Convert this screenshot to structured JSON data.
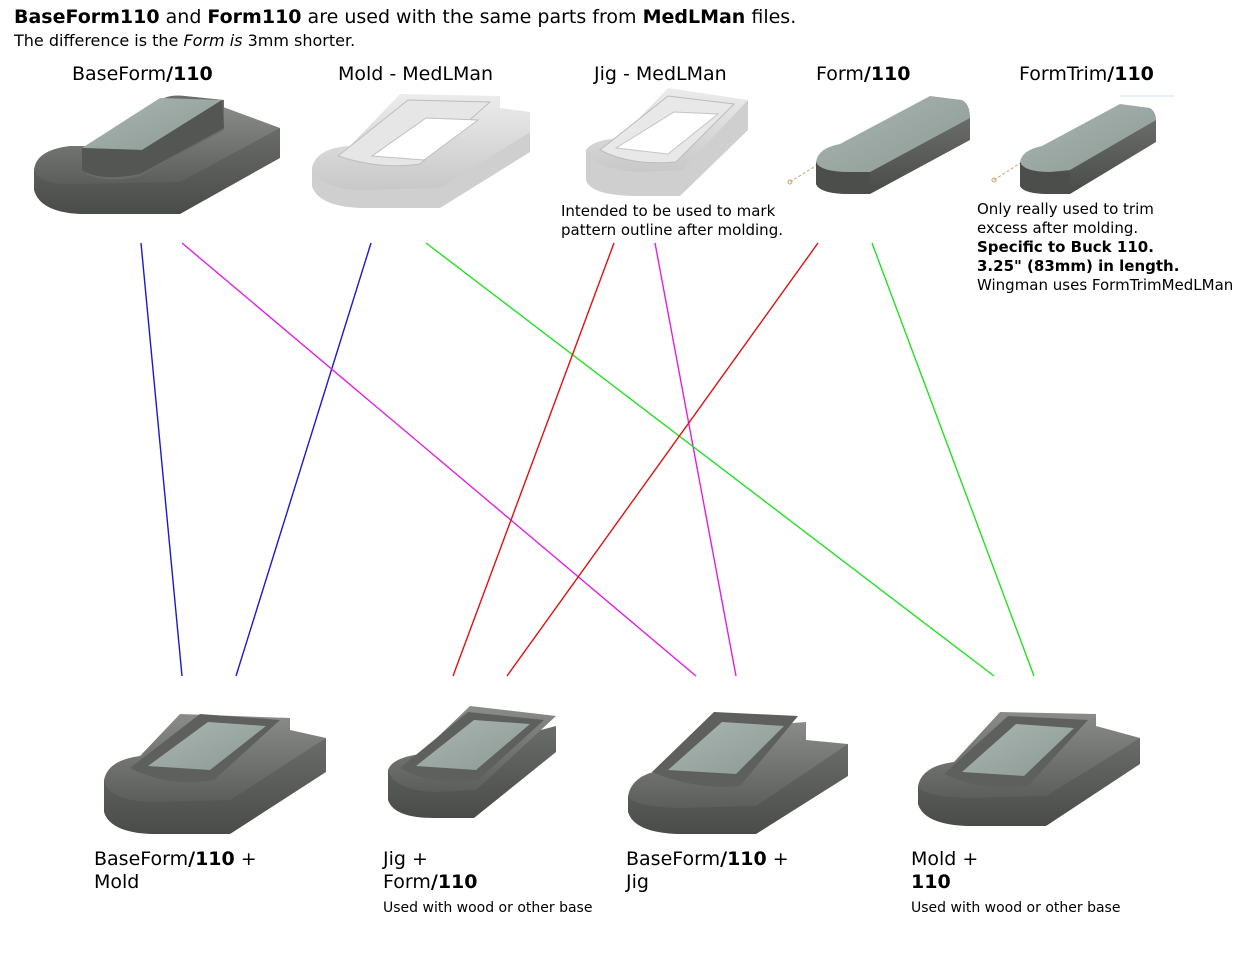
{
  "header": {
    "line1": {
      "part1": "BaseForm110",
      "part2": " and ",
      "part3": "Form110",
      "part4": " are used with the same parts from ",
      "part5": "MedLMan",
      "part6": " files."
    },
    "line2": {
      "part1": "The difference is the ",
      "part2": "Form is",
      "part3": " 3mm shorter."
    }
  },
  "top_parts": [
    {
      "name": "BaseForm",
      "suffix": "/110"
    },
    {
      "name": "Mold - MedLMan",
      "suffix": ""
    },
    {
      "name": "Jig - MedLMan",
      "suffix": ""
    },
    {
      "name": "Form",
      "suffix": "/110"
    },
    {
      "name": "FormTrim",
      "suffix": "/110"
    }
  ],
  "notes": {
    "jig": [
      "Intended to be used to mark",
      "pattern outline after molding."
    ],
    "formtrim": {
      "line1": "Only really used to trim",
      "line2": "excess after molding.",
      "line3": "Specific to Buck 110.",
      "line4": "3.25\" (83mm) in length.",
      "line5": "Wingman uses FormTrimMedLMan"
    }
  },
  "bottom_combos": [
    {
      "line1a": "BaseForm",
      "line1b": "/110",
      "line1c": " +",
      "line2": "Mold",
      "sub": ""
    },
    {
      "line1a": "Jig +",
      "line1b": "",
      "line1c": "",
      "line2a": "Form",
      "line2b": "/110",
      "sub": "Used with wood or other base"
    },
    {
      "line1a": "BaseForm",
      "line1b": "/110",
      "line1c": " +",
      "line2": "Jig",
      "sub": ""
    },
    {
      "line1a": "Mold +",
      "line1b": "",
      "line1c": "",
      "line2": "110",
      "sub": "Used with wood or other base"
    }
  ],
  "colors": {
    "blue": "#1a1acc",
    "magenta": "#e020e0",
    "green": "#22e022",
    "red": "#e01010",
    "part_dark": "#6f716e",
    "part_light": "#dcdcdc",
    "glass": "#9eaaa6"
  }
}
